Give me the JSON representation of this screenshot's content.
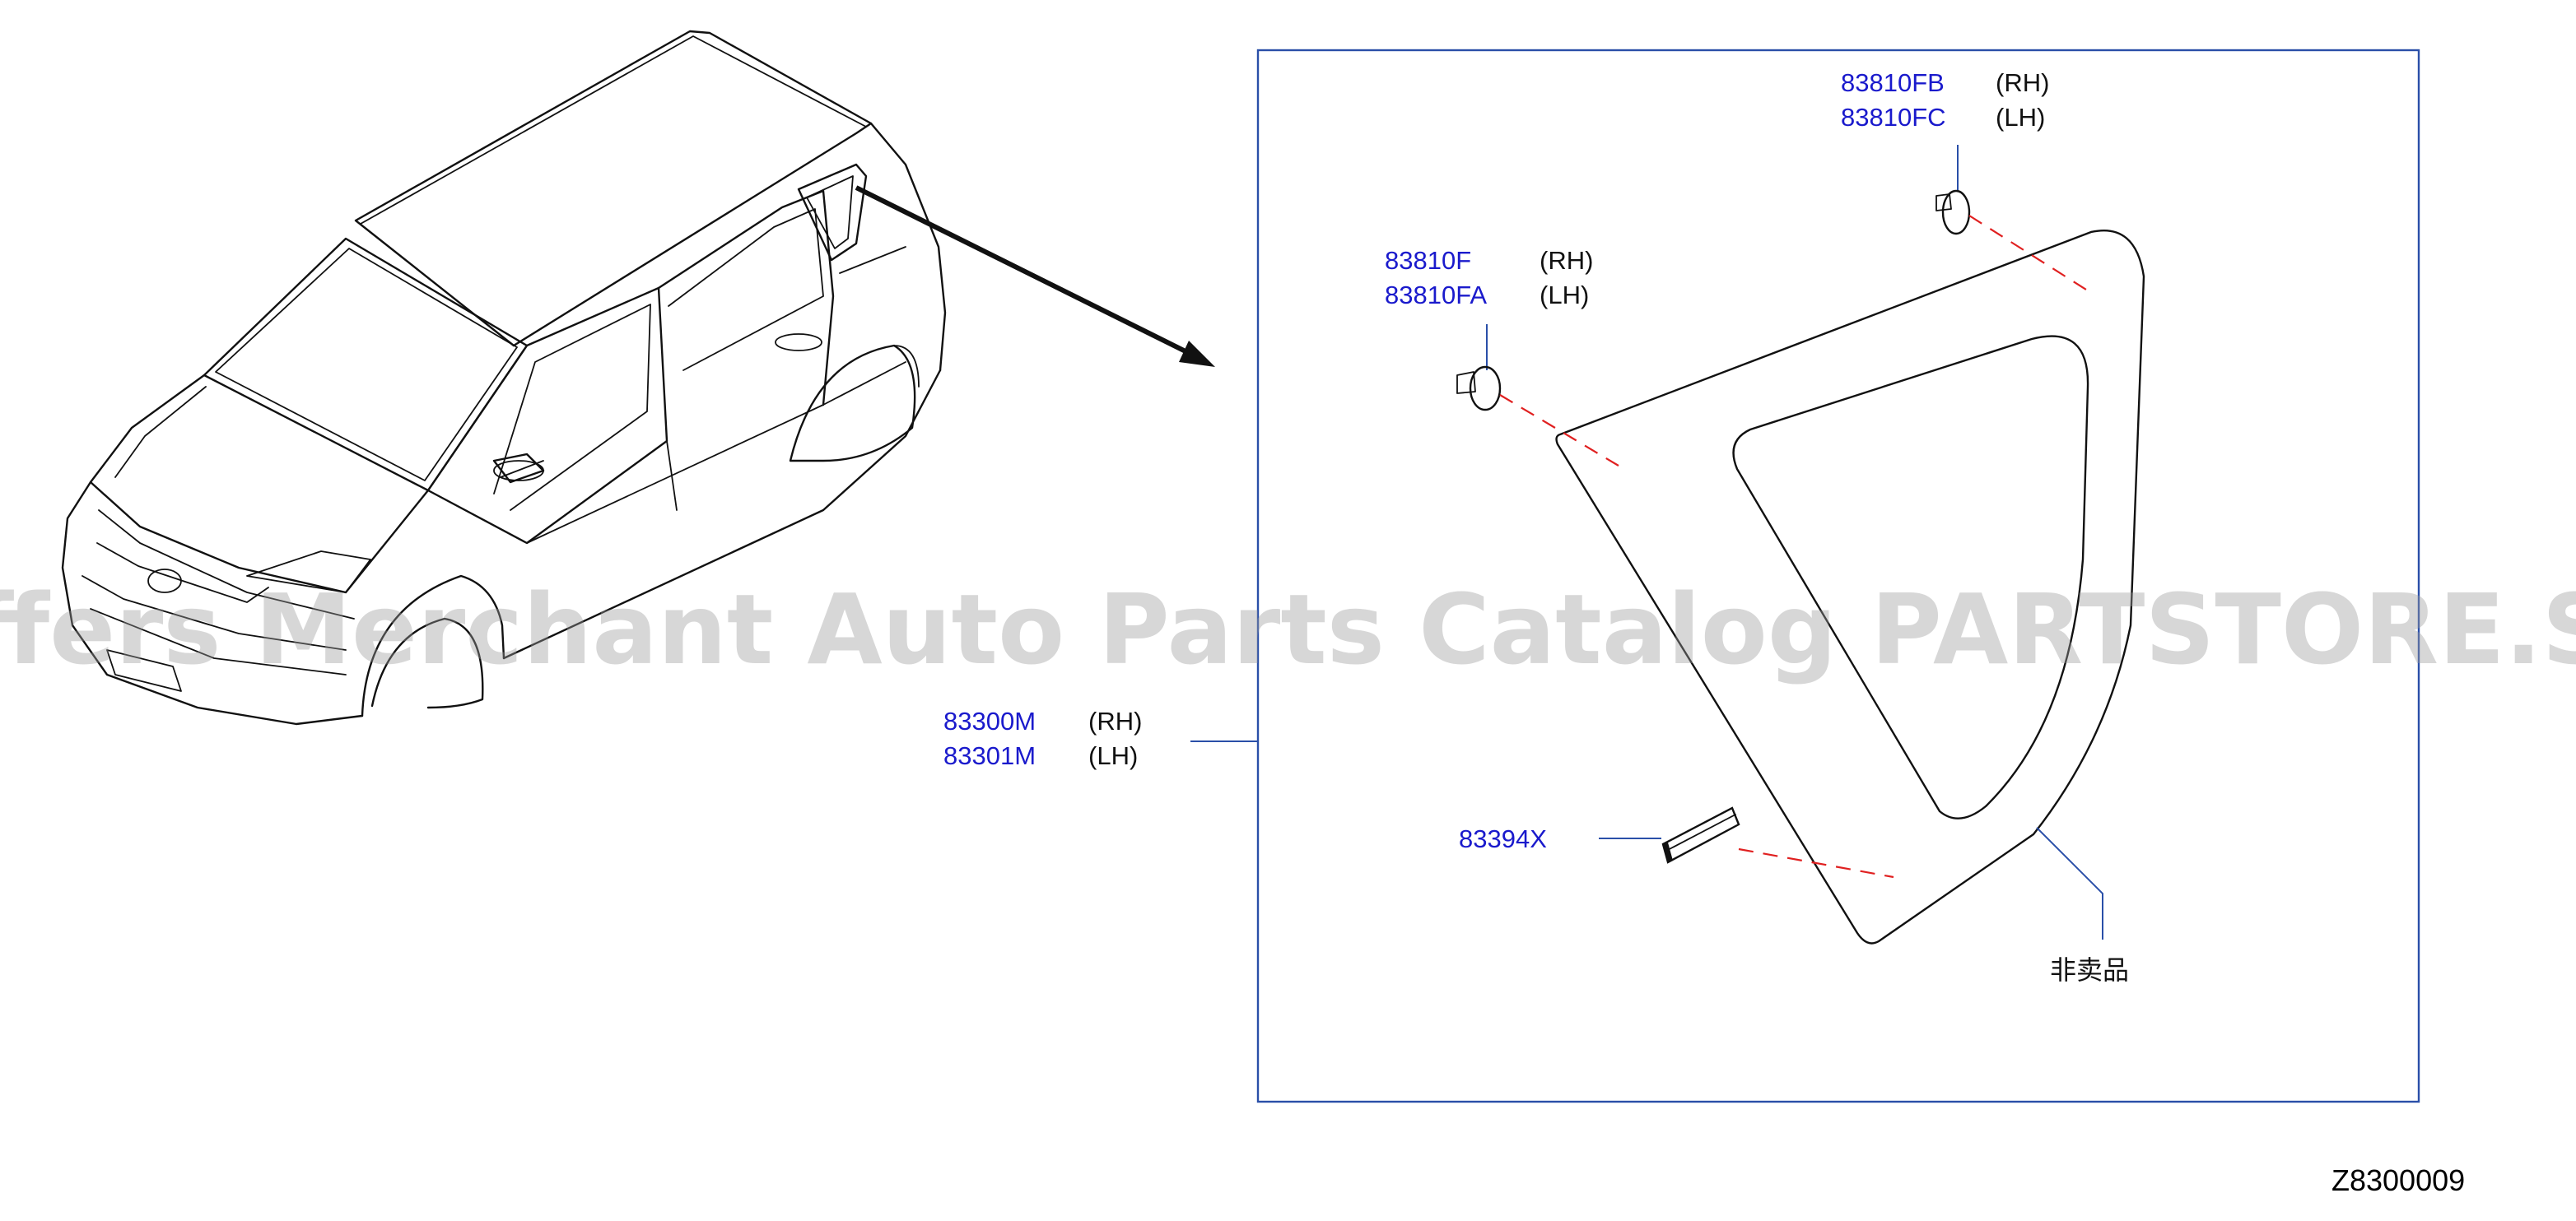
{
  "callouts": {
    "clip_upper": {
      "part_rh": "83810FB",
      "side_rh": "(RH)",
      "part_lh": "83810FC",
      "side_lh": "(LH)"
    },
    "clip_lower": {
      "part_rh": "83810F",
      "side_rh": "(RH)",
      "part_lh": "83810FA",
      "side_lh": "(LH)"
    },
    "glass": {
      "part_rh": "83300M",
      "side_rh": "(RH)",
      "part_lh": "83301M",
      "side_lh": "(LH)"
    },
    "spacer": {
      "part": "83394X"
    },
    "not_sold_note": "非卖品"
  },
  "diagram_code": "Z8300009",
  "watermark": "Offers Merchant Auto Parts Catalog PARTSTORE.SA",
  "colors": {
    "part_link": "#1a1acc",
    "frame": "#2a4fa8",
    "dash": "#e02020",
    "watermark": "#9a9a9a"
  }
}
